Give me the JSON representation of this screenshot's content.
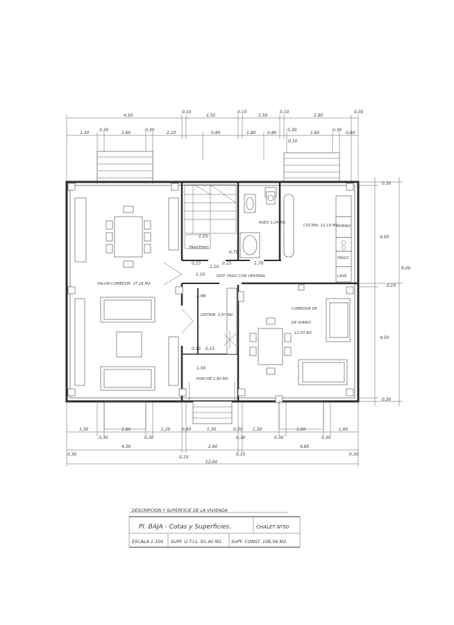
{
  "plan": {
    "rooms": {
      "salon": "SALON-COMEDOR: 37,26 M2.",
      "cocina": "COCINA: 11,19 M2.",
      "aseo": "ASEO 3,24 M2.",
      "trastero": "TRASTERO",
      "paso": "DIST. PASO CON VENTANA",
      "distrib": "DISTRIB. 5,87 M2.",
      "comedor_l1": "COMEDOR DE",
      "comedor_l2": "DE DIARIO",
      "comedor_l3": "12,50 M2.",
      "porche": "PORCHE 1,80 M2."
    },
    "appliances": {
      "horno": "HORNO",
      "frigo": "FRIGO",
      "lava": "LAVA"
    },
    "dims_top_row1": [
      "4,50",
      "0,10",
      "2,50",
      "0,10",
      "1,50",
      "0,10",
      "2,80",
      "0,30"
    ],
    "dims_top_row2": [
      "1,30",
      "0,30",
      "1,60",
      "0,30",
      "2,10",
      "0,80",
      "1,80",
      "0,80",
      "0,30",
      "1,60",
      "0,30",
      "0,60"
    ],
    "dims_top_row3": [
      "0,10"
    ],
    "dims_right": [
      "0,30",
      "4,00",
      "9,00",
      "0,10",
      "4,50",
      "0,30"
    ],
    "dims_bottom_row1": [
      "1,30",
      "1,60",
      "1,20",
      "0,60",
      "1,30",
      "0,30",
      "1,30",
      "1,60",
      "1,60"
    ],
    "dims_bottom_row1b": [
      "0,30",
      "0,30",
      "0,30",
      "0,30",
      "0,30"
    ],
    "dims_bottom_row2": [
      "4,50",
      "2,90",
      "4,80"
    ],
    "dims_bottom_row3": [
      "0,30",
      "0,10",
      "0,10",
      "0,30"
    ],
    "dims_bottom_total": "12,00",
    "interior_dims": [
      "1,15",
      "0,75",
      "0,15",
      "1,10",
      "0,15",
      "1,70",
      "1,10",
      "2,96",
      "0,15",
      "0,15",
      "1,50"
    ]
  },
  "title_block": {
    "header": "DESCRIPCION Y SUPERFICIE DE LA VIVIENDA",
    "title": "Pl. BAJA - Cotas y Superficies.",
    "project": "CHALET Nº50",
    "scale": "ESCALA 1:100",
    "surface_util": "SUPF. U.T.I.L. 91,40 M2.",
    "surface_const": "SUPF. CONST. 106,56 M2."
  }
}
